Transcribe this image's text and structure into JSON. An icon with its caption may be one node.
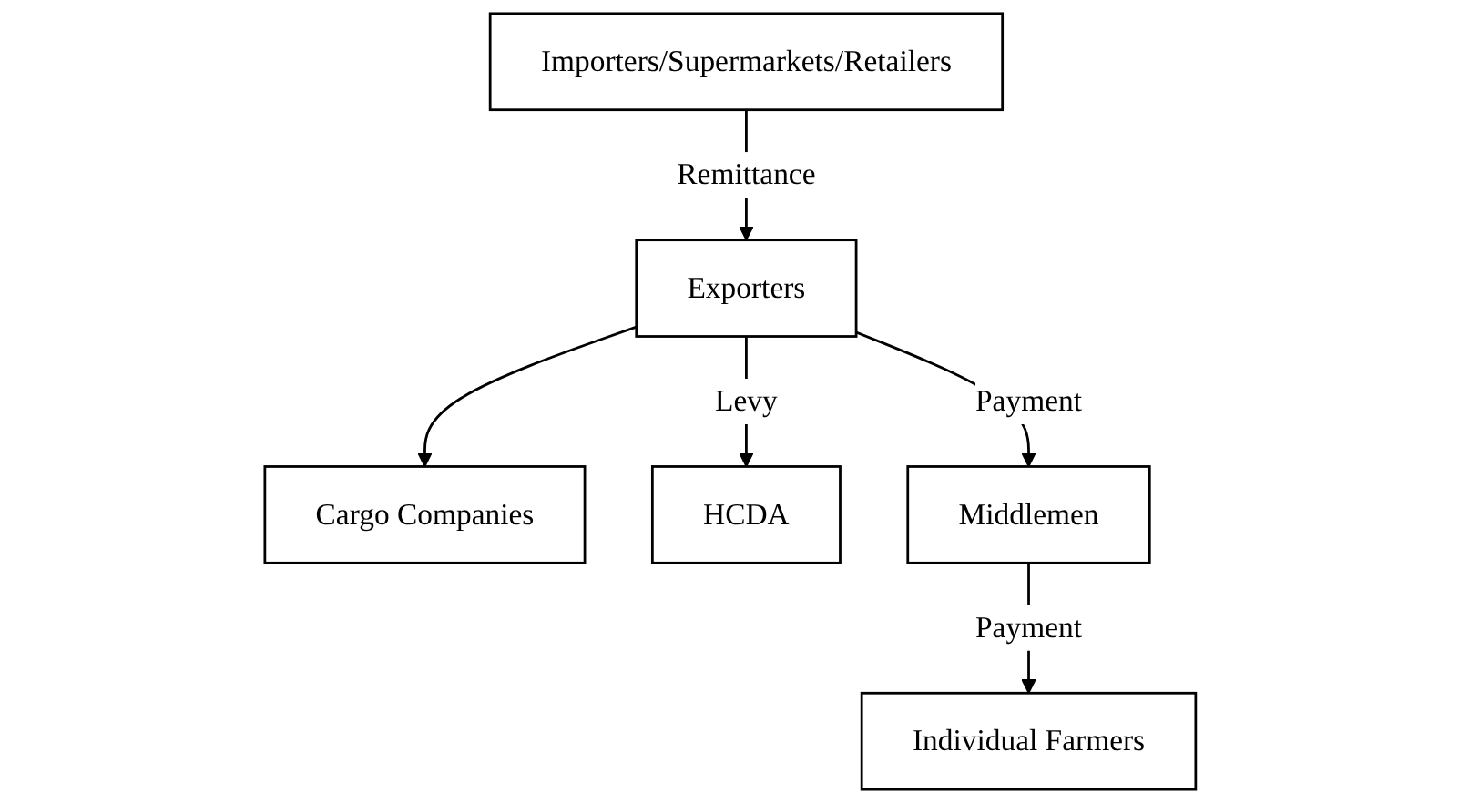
{
  "diagram": {
    "nodes": [
      {
        "text": [
          "Importers/Supermarkets/Retailers"
        ]
      },
      {
        "text": [
          "Exporters"
        ]
      },
      {
        "text": [
          "Cargo Companies"
        ]
      },
      {
        "text": [
          "HCDA"
        ]
      },
      {
        "text": [
          "Middlemen"
        ]
      },
      {
        "text": [
          "Individual Farmers"
        ]
      }
    ],
    "edges": [
      {
        "from": 0,
        "to": 1,
        "arrow": "to",
        "label": "Remittance"
      },
      {
        "from": 1,
        "to": 2,
        "arrow": "to"
      },
      {
        "from": 1,
        "to": 3,
        "arrow": "to",
        "label": "Levy"
      },
      {
        "from": 1,
        "to": 4,
        "arrow": "to",
        "label": "Payment"
      },
      {
        "from": 4,
        "to": 5,
        "arrow": "to",
        "label": "Payment"
      }
    ]
  }
}
